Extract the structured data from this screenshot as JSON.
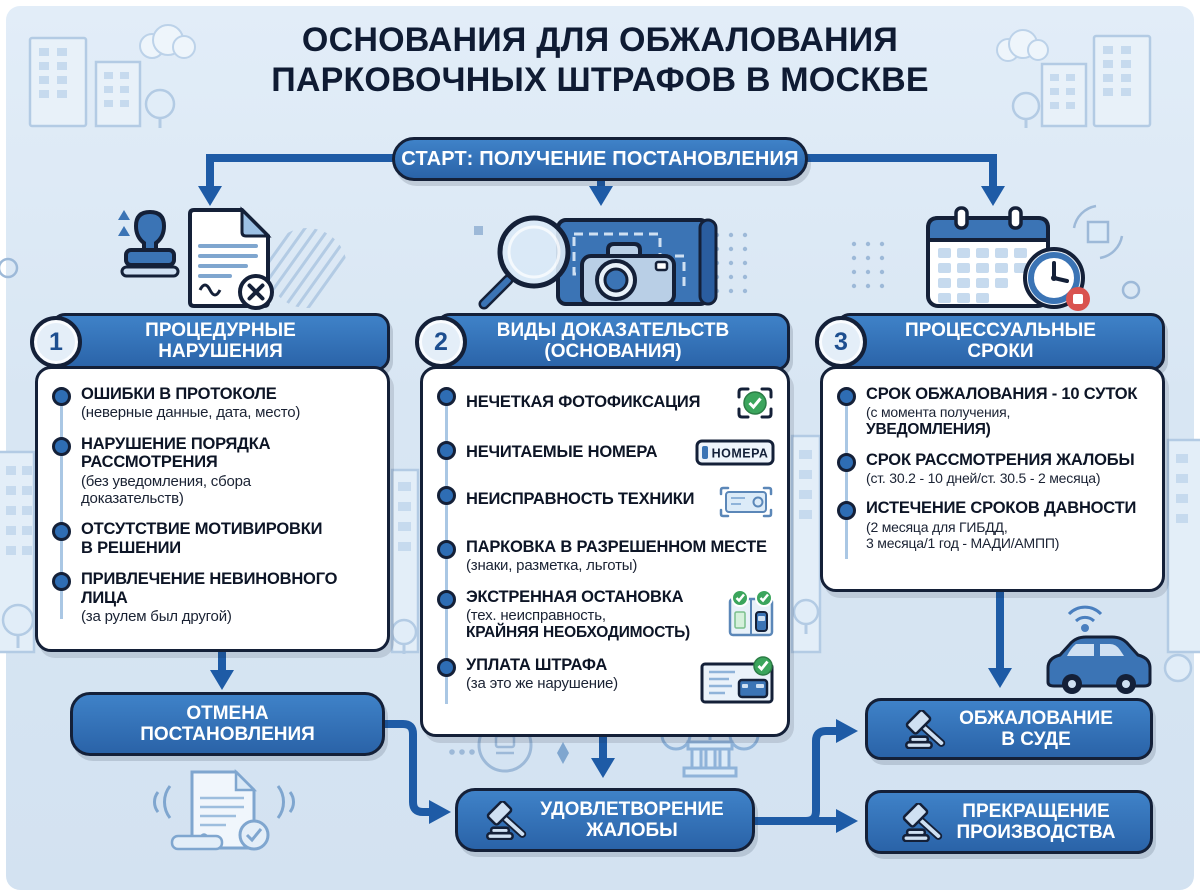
{
  "title": {
    "line1": "ОСНОВАНИЯ ДЛЯ ОБЖАЛОВАНИЯ",
    "line2": "ПАРКОВОЧНЫХ ШТРАФОВ В МОСКВЕ"
  },
  "start_banner": {
    "label": "СТАРТ: ПОЛУЧЕНИЕ ПОСТАНОВЛЕНИЯ"
  },
  "columns": [
    {
      "number": "1",
      "title_line1": "ПРОЦЕДУРНЫЕ",
      "title_line2": "НАРУШЕНИЯ",
      "items": [
        {
          "title": "ОШИБКИ В ПРОТОКОЛЕ",
          "subtitle": "(неверные данные, дата, место)"
        },
        {
          "title": "НАРУШЕНИЕ ПОРЯДКА РАССМОТРЕНИЯ",
          "subtitle": "(без уведомления, сбора доказательств)"
        },
        {
          "title": "ОТСУТСТВИЕ МОТИВИРОВКИ В РЕШЕНИИ"
        },
        {
          "title": "ПРИВЛЕЧЕНИЕ НЕВИНОВНОГО ЛИЦА",
          "subtitle": "(за рулем был другой)"
        }
      ]
    },
    {
      "number": "2",
      "title_line1": "ВИДЫ ДОКАЗАТЕЛЬСТВ",
      "title_line2": "(ОСНОВАНИЯ)",
      "plate_label": "НОМЕРА",
      "items": [
        {
          "title": "НЕЧЕТКАЯ ФОТОФИКСАЦИЯ",
          "icon": "photo-check"
        },
        {
          "title": "НЕЧИТАЕМЫЕ НОМЕРА",
          "icon": "license-plate"
        },
        {
          "title": "НЕИСПРАВНОСТЬ ТЕХНИКИ",
          "icon": "camera-device"
        },
        {
          "title": "ПАРКОВКА В РАЗРЕШЕННОМ МЕСТЕ",
          "subtitle": "(знаки, разметка, льготы)"
        },
        {
          "title": "ЭКСТРЕННАЯ ОСТАНОВКА",
          "subtitle": "(тех. неисправность,",
          "subtitle_bold": "КРАЙНЯЯ НЕОБХОДИМОСТЬ)",
          "icon": "parking-check"
        },
        {
          "title": "УПЛАТА ШТРАФА",
          "subtitle": "(за это же нарушение)",
          "icon": "payment-receipt"
        }
      ]
    },
    {
      "number": "3",
      "title_line1": "ПРОЦЕССУАЛЬНЫЕ",
      "title_line2": "СРОКИ",
      "items": [
        {
          "title": "СРОК ОБЖАЛОВАНИЯ - 10 СУТОК",
          "subtitle": "(с момента получения,",
          "subtitle_bold": "УВЕДОМЛЕНИЯ)"
        },
        {
          "title": "СРОК РАССМОТРЕНИЯ ЖАЛОБЫ",
          "subtitle": "(ст. 30.2 - 10 дней/ст. 30.5 - 2 месяца)"
        },
        {
          "title": "ИСТЕЧЕНИЕ СРОКОВ ДАВНОСТИ",
          "subtitle": "(2 месяца для ГИБДД,\n3 месяца/1 год - МАДИ/АМПП)"
        }
      ]
    }
  ],
  "outcomes": {
    "cancel": {
      "line1": "ОТМЕНА",
      "line2": "ПОСТАНОВЛЕНИЯ"
    },
    "satisfy": {
      "line1": "УДОВЛЕТВОРЕНИЕ",
      "line2": "ЖАЛОБЫ"
    },
    "court": {
      "line1": "ОБЖАЛОВАНИЕ",
      "line2": "В СУДЕ"
    },
    "terminate": {
      "line1": "ПРЕКРАЩЕНИЕ",
      "line2": "ПРОИЗВОДСТВА"
    }
  },
  "icons": {
    "column1_top": "stamp-and-document",
    "column2_top": "magnifier-camera-blueprint",
    "column3_top": "calendar-clock-stop",
    "outcome_boxes": "gavel",
    "evidence_rows": [
      "photo-check",
      "license-plate",
      "camera-device",
      "",
      "parking-check",
      "payment-receipt"
    ]
  },
  "colors": {
    "background": "#d8e6f3",
    "navy": "#142038",
    "primary_blue": "#2e6db4",
    "arrow_blue": "#1e5ba6",
    "check_green": "#3ba55c",
    "stop_red": "#d9534f",
    "white": "#ffffff"
  }
}
